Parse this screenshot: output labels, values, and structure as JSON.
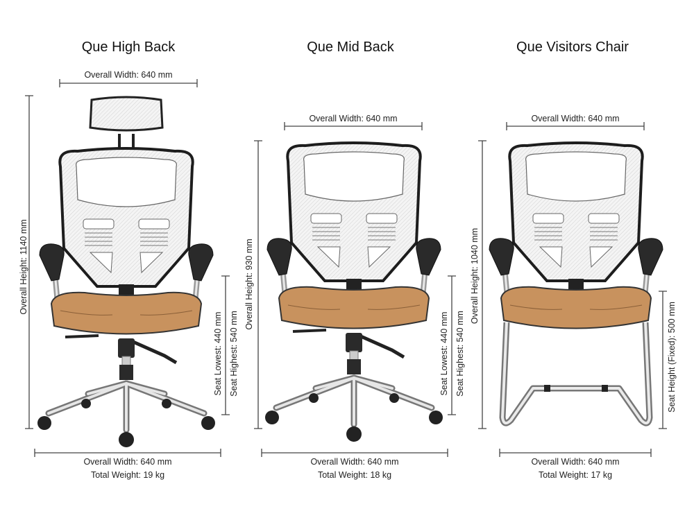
{
  "chairs": [
    {
      "title": "Que High Back",
      "top_width": "Overall Width: 640 mm",
      "overall_height": "Overall Height: 1140 mm",
      "seat_lowest": "Seat Lowest: 440 mm",
      "seat_highest": "Seat Highest: 540 mm",
      "bottom_width": "Overall Width: 640 mm",
      "weight": "Total Weight: 19 kg"
    },
    {
      "title": "Que Mid Back",
      "top_width": "Overall Width: 640 mm",
      "overall_height": "Overall Height: 930 mm",
      "seat_lowest": "Seat Lowest: 440 mm",
      "seat_highest": "Seat Highest: 540 mm",
      "bottom_width": "Overall Width: 640 mm",
      "weight": "Total Weight: 18 kg"
    },
    {
      "title": "Que Visitors Chair",
      "top_width": "Overall Width: 640 mm",
      "overall_height": "Overall Height: 1040 mm",
      "seat_fixed": "Seat Height (Fixed): 500 mm",
      "bottom_width": "Overall Width: 640 mm",
      "weight": "Total Weight: 17 kg"
    }
  ],
  "colors": {
    "seat": "#c8925e",
    "mesh": "#f1f1f1",
    "frame": "#222222",
    "chrome": "#bdbdbd"
  }
}
